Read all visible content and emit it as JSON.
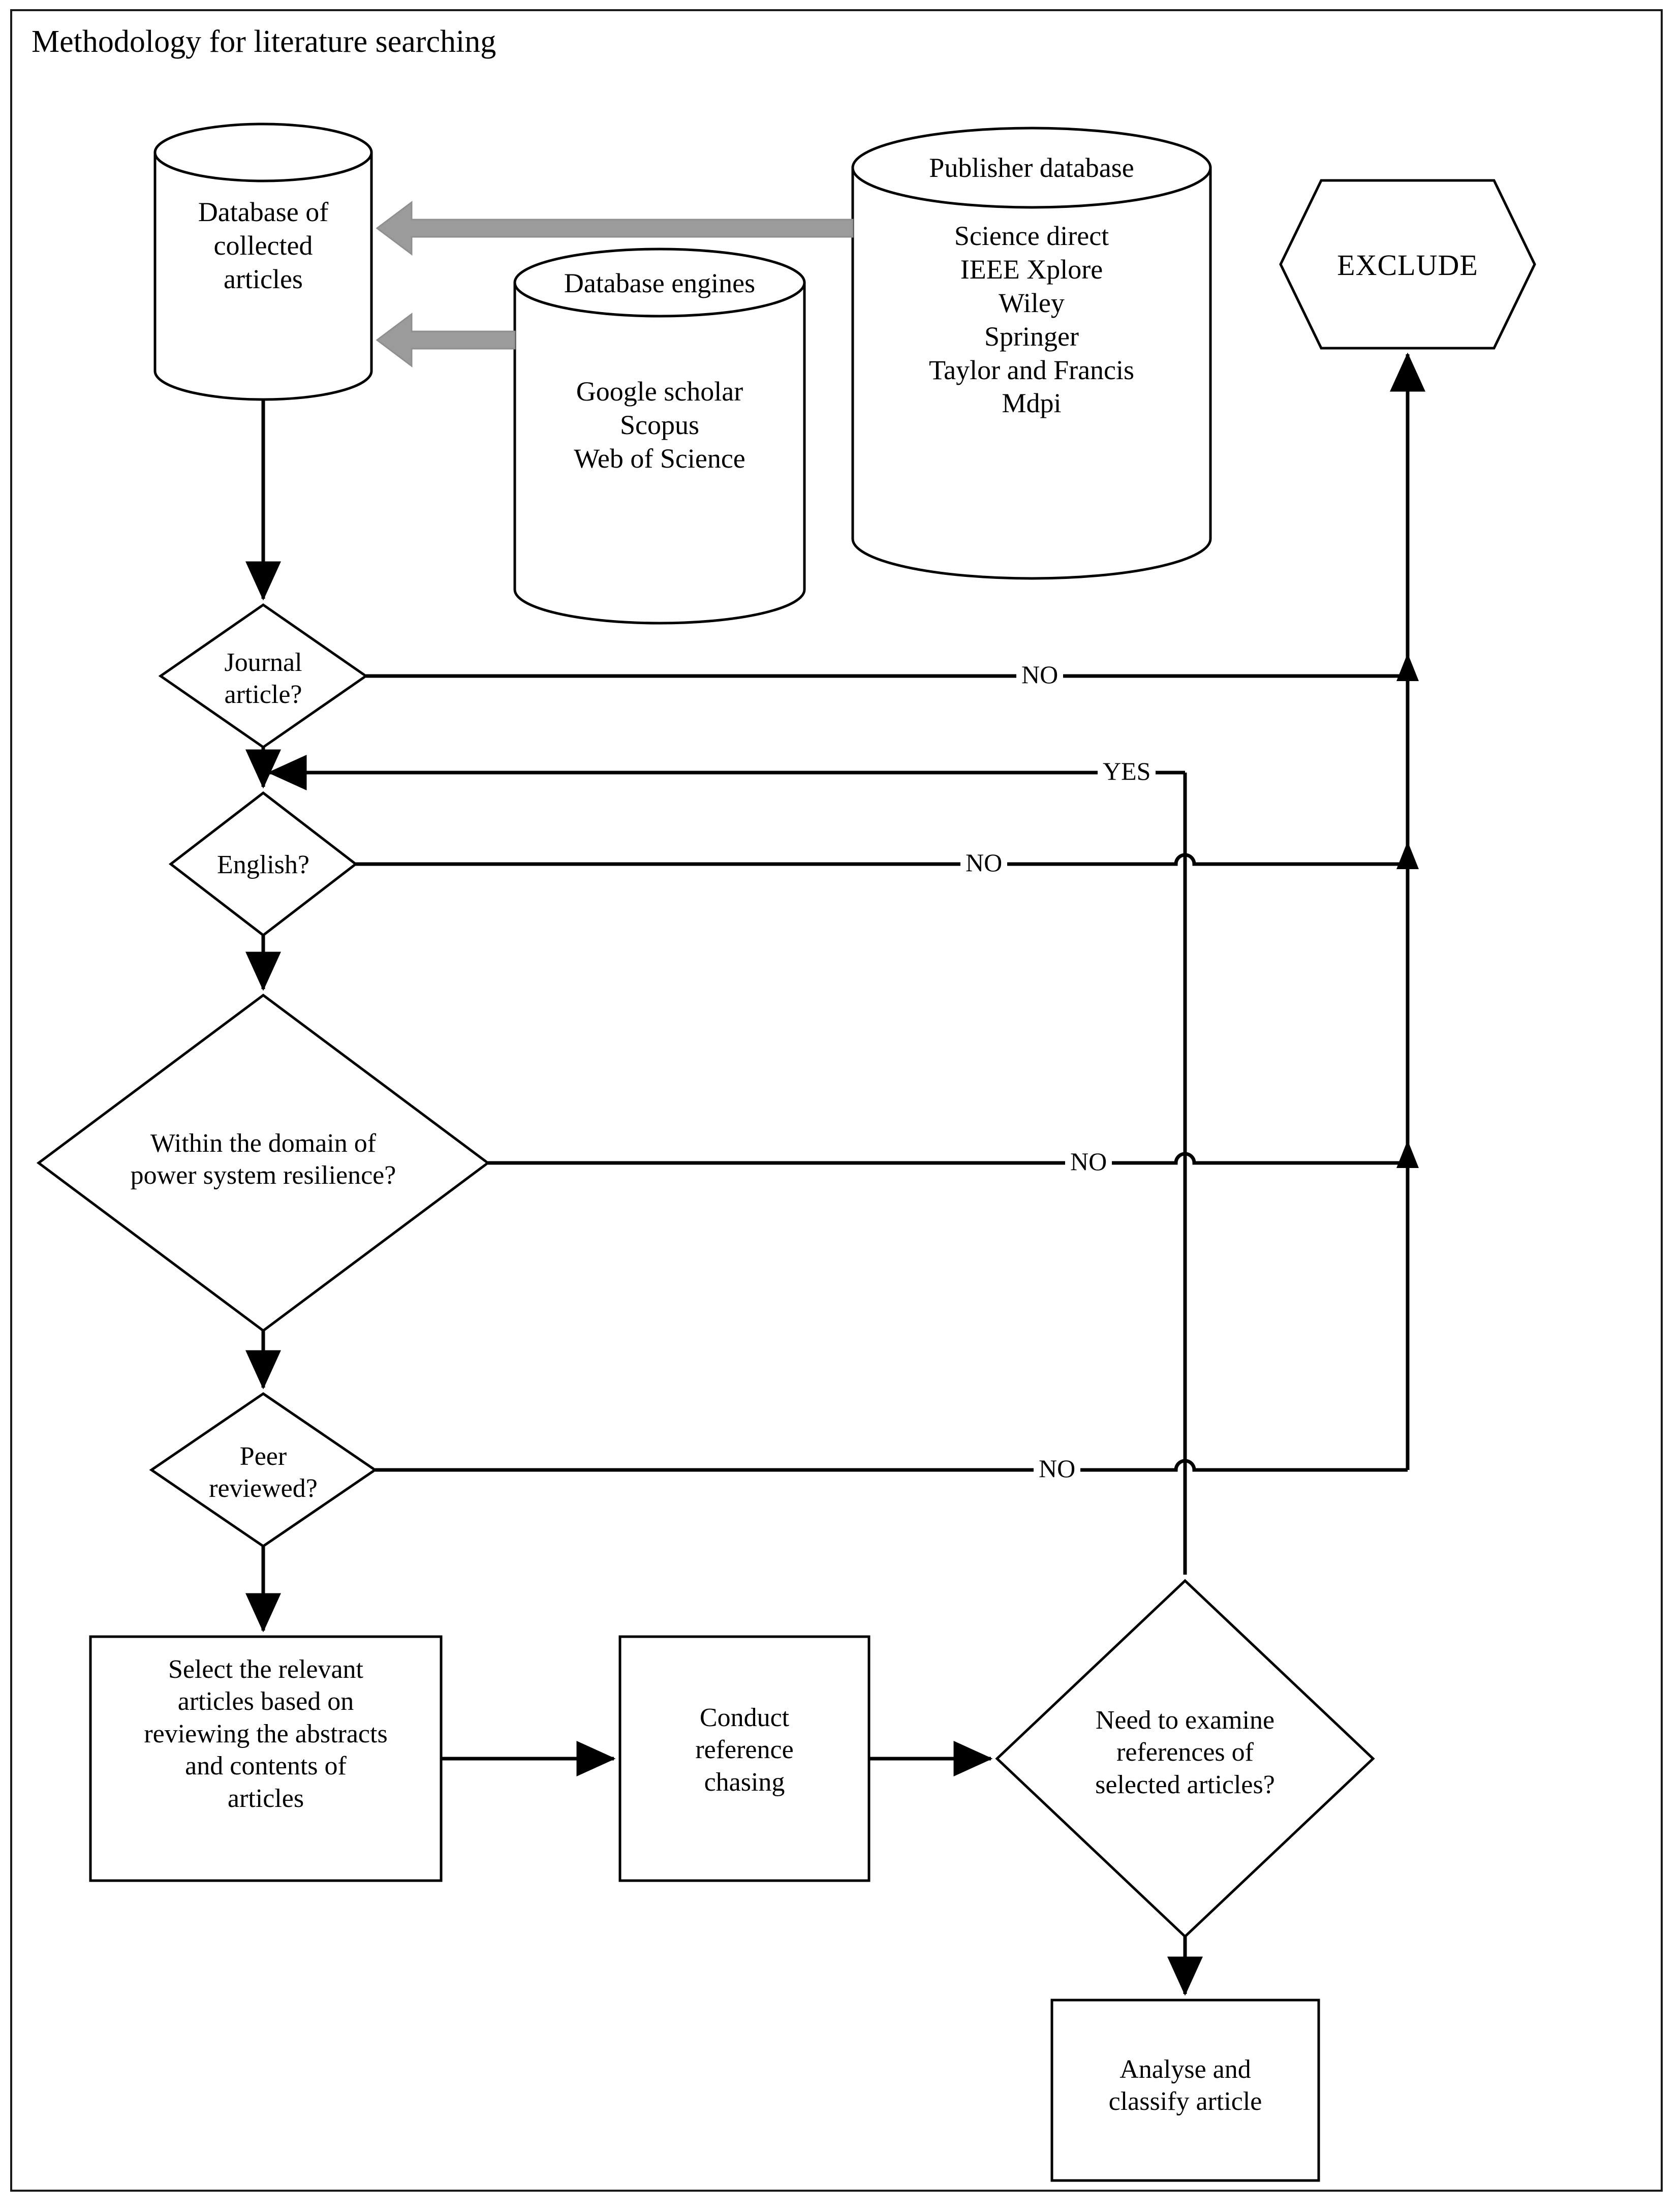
{
  "figure": {
    "title": "Methodology for literature searching",
    "border_color": "#1a1a1a",
    "line_color": "#000000",
    "gray_arrow_color": "#9b9b9b",
    "background": "#ffffff"
  },
  "nodes": {
    "collected_db": {
      "shape": "cylinder",
      "label": "Database of\ncollected\narticles",
      "lines": [
        "Database of",
        "collected",
        "articles"
      ]
    },
    "engines_db": {
      "shape": "cylinder",
      "title": "Database engines",
      "lines": [
        "Google scholar",
        "Scopus",
        "Web of Science"
      ]
    },
    "publisher_db": {
      "shape": "cylinder",
      "title": "Publisher database",
      "lines": [
        "Science direct",
        "IEEE Xplore",
        "Wiley",
        "Springer",
        "Taylor and Francis",
        "Mdpi"
      ]
    },
    "exclude": {
      "shape": "hexagon",
      "label": "EXCLUDE"
    },
    "journal_article": {
      "shape": "diamond",
      "lines": [
        "Journal",
        "article?"
      ]
    },
    "english": {
      "shape": "diamond",
      "lines": [
        "English?"
      ]
    },
    "domain": {
      "shape": "diamond",
      "lines": [
        "Within the domain of",
        "power system resilience?"
      ]
    },
    "peer_reviewed": {
      "shape": "diamond",
      "lines": [
        "Peer",
        "reviewed?"
      ]
    },
    "select_articles": {
      "shape": "process",
      "lines": [
        "Select the relevant",
        "articles based on",
        "reviewing the abstracts",
        "and contents of",
        "articles"
      ]
    },
    "reference_chasing": {
      "shape": "process",
      "lines": [
        "Conduct",
        "reference",
        "chasing"
      ]
    },
    "examine_references": {
      "shape": "diamond",
      "lines": [
        "Need to examine",
        "references of",
        "selected articles?"
      ]
    },
    "analyse_classify": {
      "shape": "process",
      "lines": [
        "Analyse and",
        "classify article"
      ]
    }
  },
  "edge_labels": {
    "journal_no": "NO",
    "examine_yes": "YES",
    "english_no": "NO",
    "domain_no": "NO",
    "peer_no": "NO"
  }
}
